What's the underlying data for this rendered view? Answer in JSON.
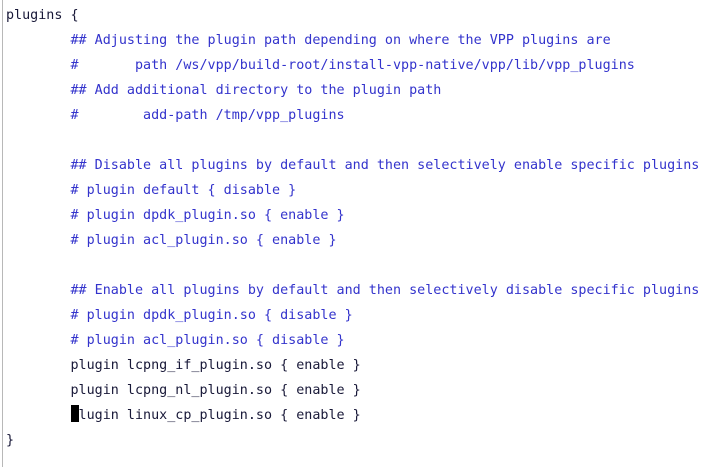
{
  "editor": {
    "background_color": "#ffffff",
    "gutter_rule_color": "#b8b8b8",
    "code_color": "#181838",
    "comment_color": "#3333cc",
    "cursor_color": "#000000",
    "cursor_line_index": 16,
    "file_kind": "vpp-startup-conf-plugins-block",
    "lines": [
      {
        "kind": "code",
        "text": "plugins {"
      },
      {
        "kind": "comment",
        "text": "        ## Adjusting the plugin path depending on where the VPP plugins are"
      },
      {
        "kind": "comment",
        "text": "        #       path /ws/vpp/build-root/install-vpp-native/vpp/lib/vpp_plugins"
      },
      {
        "kind": "comment",
        "text": "        ## Add additional directory to the plugin path"
      },
      {
        "kind": "comment",
        "text": "        #        add-path /tmp/vpp_plugins"
      },
      {
        "kind": "blank",
        "text": ""
      },
      {
        "kind": "comment",
        "text": "        ## Disable all plugins by default and then selectively enable specific plugins"
      },
      {
        "kind": "comment",
        "text": "        # plugin default { disable }"
      },
      {
        "kind": "comment",
        "text": "        # plugin dpdk_plugin.so { enable }"
      },
      {
        "kind": "comment",
        "text": "        # plugin acl_plugin.so { enable }"
      },
      {
        "kind": "blank",
        "text": ""
      },
      {
        "kind": "comment",
        "text": "        ## Enable all plugins by default and then selectively disable specific plugins"
      },
      {
        "kind": "comment",
        "text": "        # plugin dpdk_plugin.so { disable }"
      },
      {
        "kind": "comment",
        "text": "        # plugin acl_plugin.so { disable }"
      },
      {
        "kind": "code",
        "text": "        plugin lcpng_if_plugin.so { enable }"
      },
      {
        "kind": "code",
        "text": "        plugin lcpng_nl_plugin.so { enable }"
      },
      {
        "kind": "code",
        "text": "        plugin linux_cp_plugin.so { enable }"
      },
      {
        "kind": "code",
        "text": "}"
      }
    ]
  }
}
